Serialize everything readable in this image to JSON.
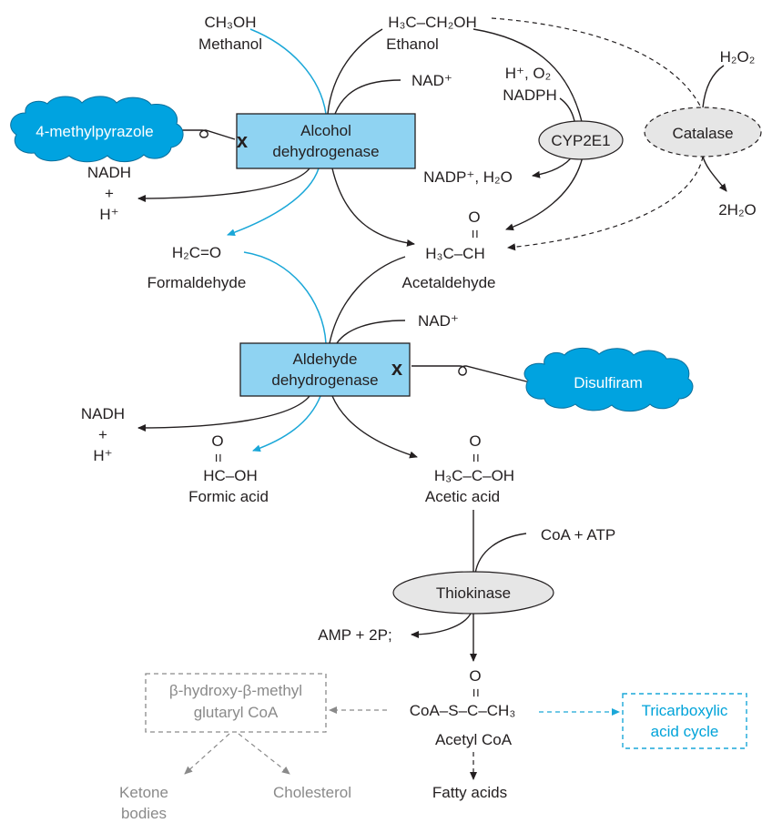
{
  "colors": {
    "text": "#231f20",
    "enzyme_box_fill": "#8fd3f2",
    "inhibitor_cloud_fill": "#00a3e0",
    "methanol_pathway_line": "#1aa7d8",
    "enzyme_ellipse_fill": "#e6e6e6",
    "side_pathway_gray": "#8a8a8a",
    "tca_box": "#1aa7d8"
  },
  "labels": {
    "methanol_formula": "CH₃OH",
    "methanol_name": "Methanol",
    "ethanol_formula": "H₃C–CH₂OH",
    "ethanol_name": "Ethanol",
    "h2o2": "H₂O₂",
    "nad_plus_1": "NAD⁺",
    "h_o2": "H⁺, O₂",
    "nadph": "NADPH",
    "inhibitor_1": "4-methylpyrazole",
    "inhibition_mark": "x",
    "alcohol_dh_line1": "Alcohol",
    "alcohol_dh_line2": "dehydrogenase",
    "cyp2e1": "CYP2E1",
    "catalase": "Catalase",
    "nadh_1": "NADH",
    "plus": "+",
    "h_plus_1": "H⁺",
    "nadp_h2o": "NADP⁺, H₂O",
    "two_h2o": "2H₂O",
    "formaldehyde_formula": "H₂C=O",
    "formaldehyde_name": "Formaldehyde",
    "carbonyl_o": "O",
    "double_bond": "=",
    "acetaldehyde_formula": "H₃C–CH",
    "acetaldehyde_name": "Acetaldehyde",
    "nad_plus_2": "NAD⁺",
    "aldehyde_dh_line1": "Aldehyde",
    "aldehyde_dh_line2": "dehydrogenase",
    "inhibitor_2": "Disulfiram",
    "nadh_2": "NADH",
    "h_plus_2": "H⁺",
    "formic_acid_formula": "HC–OH",
    "formic_acid_name": "Formic acid",
    "acetic_acid_formula": "H₃C–C–OH",
    "acetic_acid_name": "Acetic acid",
    "coa_atp": "CoA + ATP",
    "thiokinase": "Thiokinase",
    "amp_2p": "AMP + 2P;",
    "hmg_line1": "β-hydroxy-β-methyl",
    "hmg_line2": "glutaryl CoA",
    "acetyl_coa_formula": "CoA–S–C–CH₃",
    "acetyl_coa_name": "Acetyl CoA",
    "tca_line1": "Tricarboxylic",
    "tca_line2": "acid cycle",
    "ketone_line1": "Ketone",
    "ketone_line2": "bodies",
    "cholesterol": "Cholesterol",
    "fatty_acids": "Fatty acids"
  }
}
